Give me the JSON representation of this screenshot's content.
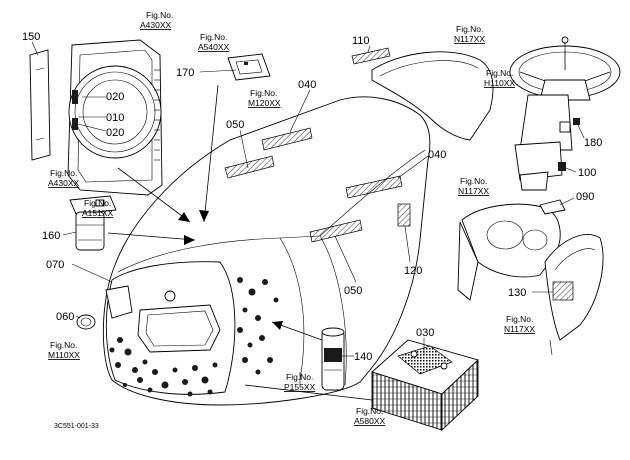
{
  "callouts": {
    "c150": "150",
    "c020a": "020",
    "c010": "010",
    "c020b": "020",
    "c170": "170",
    "c050a": "050",
    "c040a": "040",
    "c110": "110",
    "c040b": "040",
    "c160": "160",
    "c070": "070",
    "c060": "060",
    "c120": "120",
    "c050b": "050",
    "c030": "030",
    "c140": "140",
    "c180": "180",
    "c100": "100",
    "c090": "090",
    "c130": "130"
  },
  "fig_refs": {
    "a430_top": {
      "label": "Fig.No.",
      "code": "A430XX"
    },
    "a540": {
      "label": "Fig.No.",
      "code": "A540XX"
    },
    "m120": {
      "label": "Fig.No.",
      "code": "M120XX"
    },
    "n117_top": {
      "label": "Fig.No.",
      "code": "N117XX"
    },
    "h110": {
      "label": "Fig.No.",
      "code": "H110XX"
    },
    "a430_left": {
      "label": "Fig.No.",
      "code": "A430XX"
    },
    "a151": {
      "label": "Fig.No.",
      "code": "A151XX"
    },
    "n117_mid": {
      "label": "Fig.No.",
      "code": "N117XX"
    },
    "m110": {
      "label": "Fig.No.",
      "code": "M110XX"
    },
    "p155": {
      "label": "Fig.No.",
      "code": "P155XX"
    },
    "a580": {
      "label": "Fig.No.",
      "code": "A580XX"
    },
    "n117_bot": {
      "label": "Fig.No.",
      "code": "N117XX"
    }
  },
  "drawing_code": "3C551-001-33"
}
